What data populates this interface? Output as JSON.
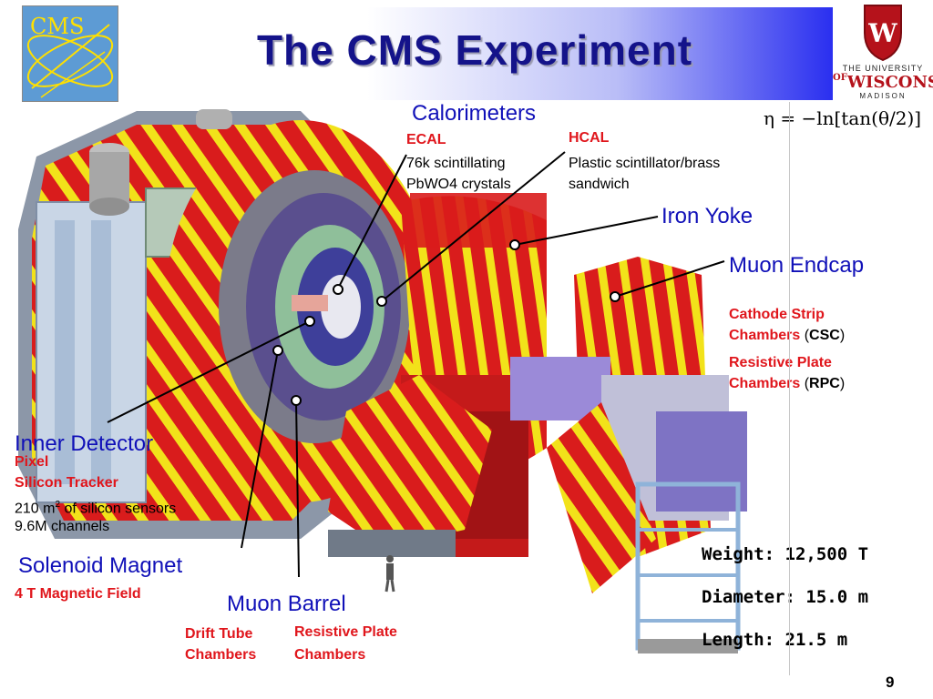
{
  "title": "The CMS Experiment",
  "logos": {
    "cms": "CMS",
    "uw_the": "THE UNIVERSITY",
    "uw_of": "OF",
    "uw_name": "WISCONSIN",
    "uw_madison": "MADISON",
    "uw_crest_letter": "W"
  },
  "formula": "η = −ln[tan(θ/2)]",
  "labels": {
    "calorimeters": "Calorimeters",
    "ecal": "ECAL",
    "ecal_desc_1": "76k scintillating",
    "ecal_desc_2": "PbWO4 crystals",
    "hcal": "HCAL",
    "hcal_desc_1": "Plastic scintillator/brass",
    "hcal_desc_2": "sandwich",
    "iron_yoke": "Iron Yoke",
    "muon_endcap": "Muon Endcap",
    "csc_1": "Cathode Strip",
    "csc_2": "Chambers",
    "csc_abbr": "CSC",
    "rpc_1": "Resistive Plate",
    "rpc_2": "Chambers",
    "rpc_abbr": "RPC",
    "inner_detector": "Inner Detector",
    "pixel": "Pixel",
    "silicon_tracker": "Silicon Tracker",
    "silicon_area_pre": "210 m",
    "silicon_area_sup": "2",
    "silicon_area_post": " of silicon sensors",
    "channels": "9.6M channels",
    "solenoid": "Solenoid Magnet",
    "field": "4 T Magnetic Field",
    "muon_barrel": "Muon Barrel",
    "dt_1": "Drift Tube",
    "dt_2": "Chambers",
    "barrel_rpc_1": "Resistive Plate",
    "barrel_rpc_2": "Chambers"
  },
  "stats": {
    "weight": "Weight: 12,500 T",
    "diameter": "Diameter: 15.0 m",
    "length": "Length: 21.5 m"
  },
  "page_number": "9",
  "colors": {
    "title": "#14138a",
    "label_blue": "#1010b8",
    "label_red": "#e0161c",
    "yoke_red": "#d91c1c",
    "stripe_yellow": "#f2e21a"
  }
}
